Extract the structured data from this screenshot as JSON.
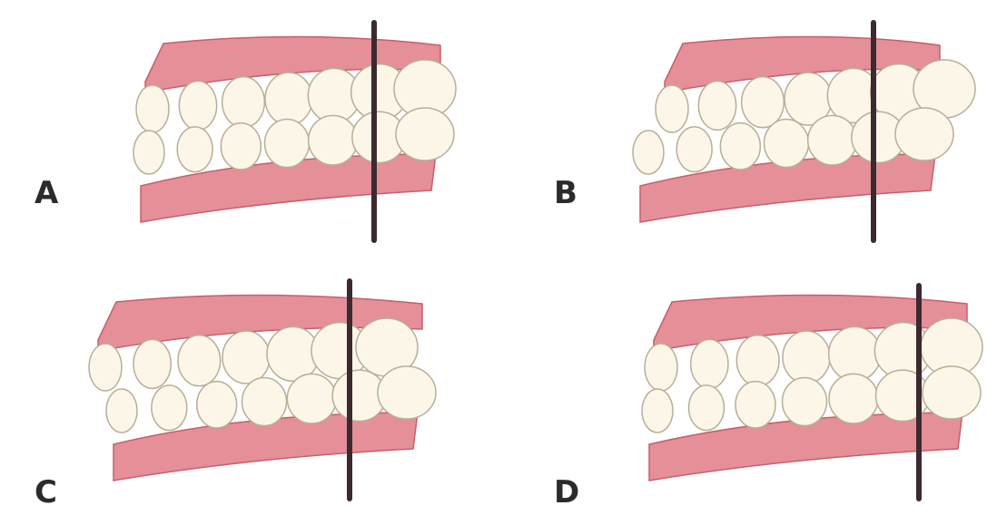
{
  "figure": {
    "panels": [
      {
        "id": "A",
        "label": "A",
        "relation": "flush"
      },
      {
        "id": "B",
        "label": "B",
        "relation": "mesial-step"
      },
      {
        "id": "C",
        "label": "C",
        "relation": "distal-step"
      },
      {
        "id": "D",
        "label": "D",
        "relation": "flush"
      }
    ]
  },
  "colors": {
    "gum": "#e58f98",
    "gum_shade": "#c85e6a",
    "tooth": "#fbf6e8",
    "tooth_outline": "#b8ae96",
    "reference_line": "#3b2a30",
    "label": "#2b2b2b"
  }
}
